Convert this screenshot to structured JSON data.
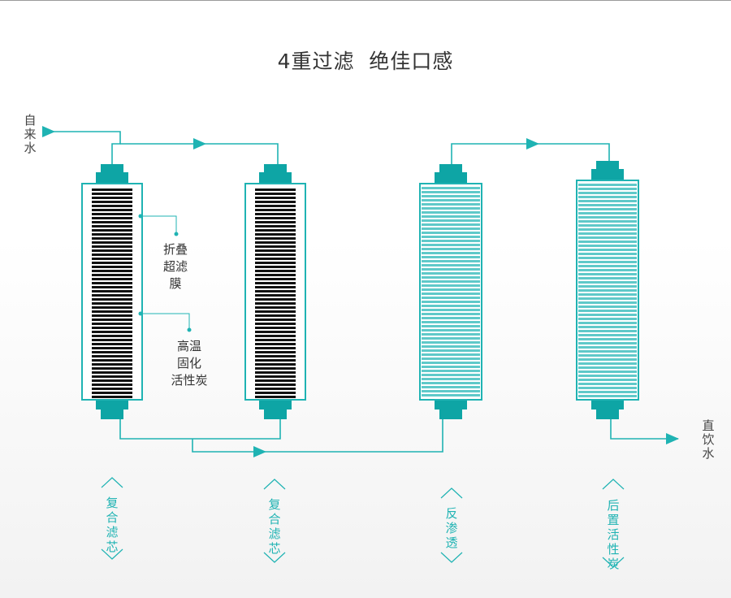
{
  "title": "4重过滤  绝佳口感",
  "colors": {
    "teal": "#1fb3b3",
    "dark_teal": "#0ea5a5",
    "black_stripes": "#111111",
    "light_teal_stripes": "#5fc9c9",
    "text": "#333333"
  },
  "inlet_label": "自来水",
  "outlet_label": "直饮水",
  "callouts": {
    "membrane": "折叠\n超滤\n膜",
    "carbon": "高温\n固化\n活性炭"
  },
  "stages": [
    {
      "label": "复合滤芯",
      "type": "dark"
    },
    {
      "label": "复合滤芯",
      "type": "dark"
    },
    {
      "label": "反渗透",
      "type": "light"
    },
    {
      "label": "后置活性炭",
      "type": "light"
    }
  ]
}
